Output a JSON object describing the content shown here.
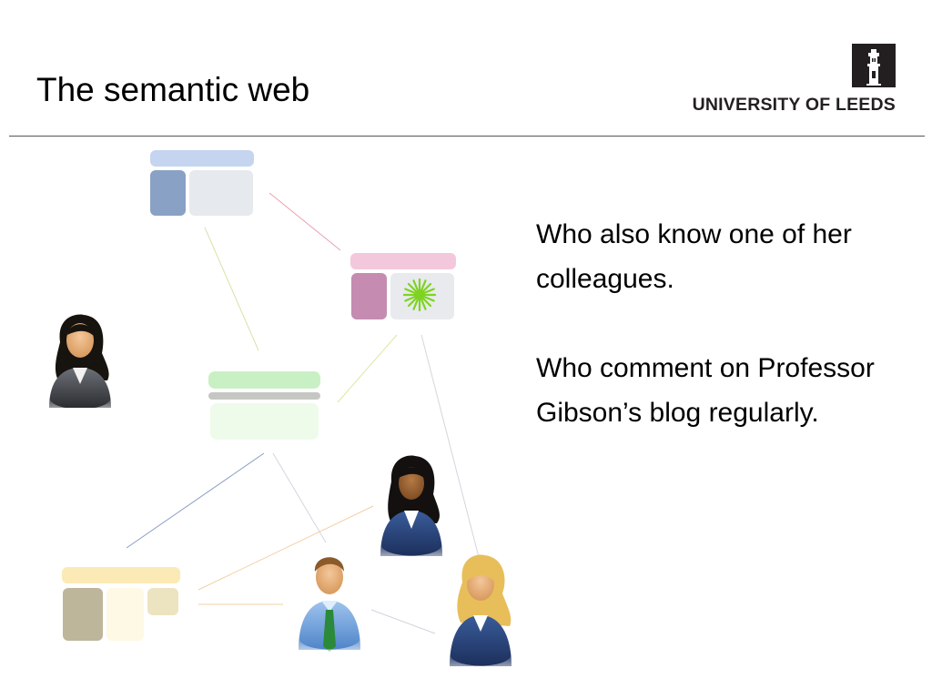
{
  "header": {
    "title": "The semantic web",
    "logo_text": "UNIVERSITY OF LEEDS"
  },
  "content": {
    "paragraphs": [
      "Who also know one of her colleagues.",
      "Who comment on Professor Gibson’s blog regularly."
    ]
  },
  "diagram": {
    "nodes": [
      {
        "kind": "web-page",
        "color": "#c5d5f0",
        "accent": "#8aa1c6"
      },
      {
        "kind": "web-page",
        "color": "#f3c8dc",
        "accent": "#c58bb1",
        "icon": "green-starburst-icon"
      },
      {
        "kind": "web-page",
        "color": "#c9f0c4",
        "accent": "#c6c6c2"
      },
      {
        "kind": "web-page",
        "color": "#fbeab5",
        "accent": "#bdb69b"
      },
      {
        "kind": "person",
        "icon": "woman-grey-jacket-icon"
      },
      {
        "kind": "person",
        "icon": "woman-dark-hair-icon"
      },
      {
        "kind": "person",
        "icon": "man-green-tie-icon"
      },
      {
        "kind": "person",
        "icon": "woman-blonde-icon"
      }
    ]
  }
}
